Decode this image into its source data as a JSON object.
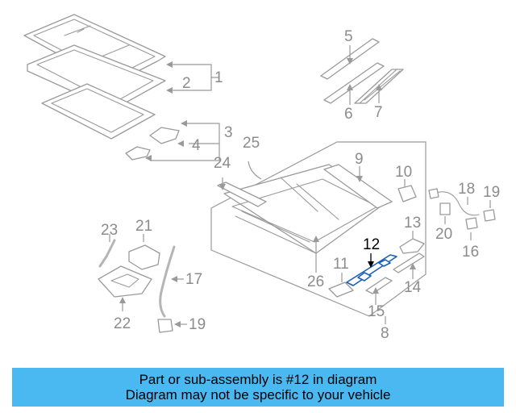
{
  "diagram": {
    "callouts": [
      "1",
      "2",
      "3",
      "4",
      "5",
      "6",
      "7",
      "8",
      "9",
      "10",
      "11",
      "12",
      "13",
      "14",
      "15",
      "16",
      "17",
      "18",
      "19",
      "20",
      "21",
      "22",
      "23",
      "24",
      "25",
      "26",
      "19"
    ],
    "highlighted_callout": "12",
    "highlight_color": "#1a5fb4"
  },
  "banner": {
    "line1": "Part or sub-assembly is #12 in diagram",
    "line2": "Diagram may not be specific to your vehicle",
    "background": "#4ab9f2"
  }
}
